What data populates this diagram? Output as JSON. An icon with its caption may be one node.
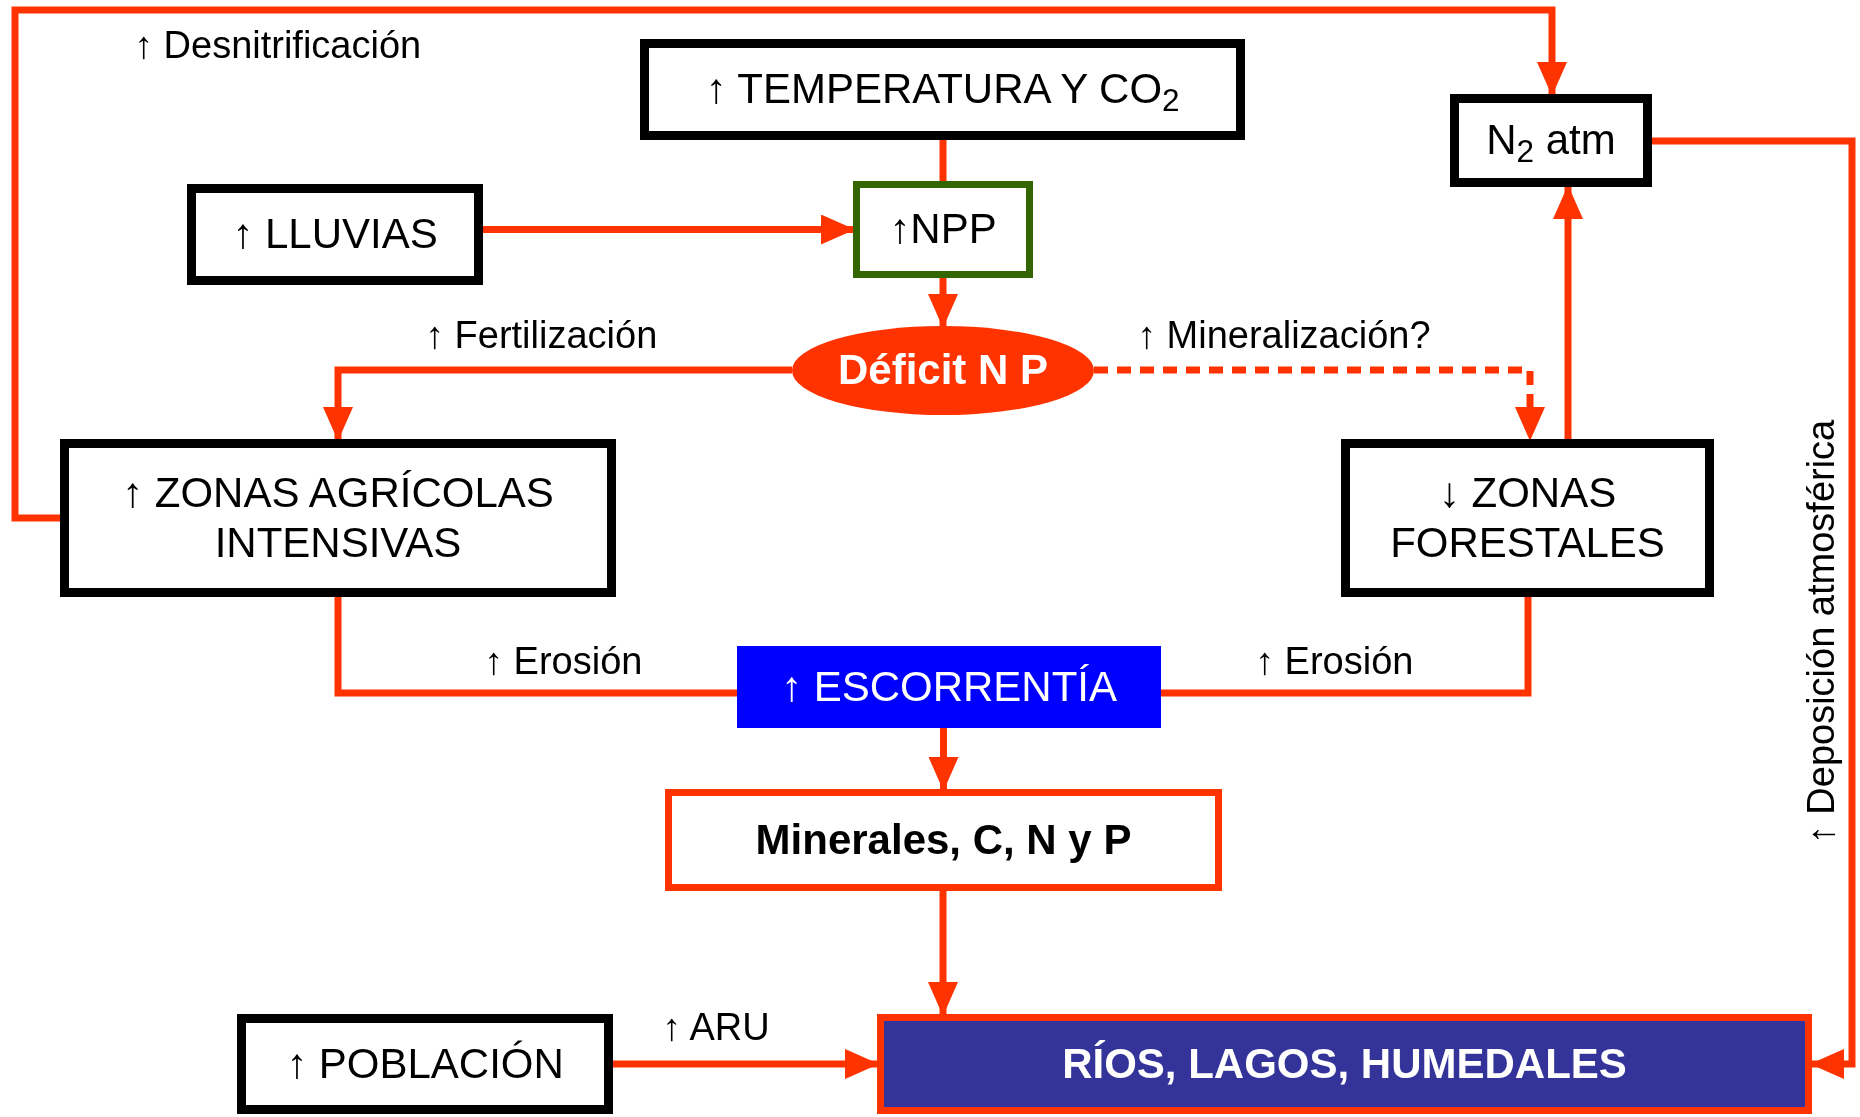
{
  "diagram": {
    "nodes": [
      {
        "text": [
          "↑ TEMPERATURA Y CO$_{2}$"
        ]
      },
      {
        "text": [
          "N$_{2}$ atm"
        ]
      },
      {
        "text": [
          "↑ LLUVIAS"
        ]
      },
      {
        "text": [
          "↑NPP"
        ]
      },
      {
        "text": [
          "Déficit N P"
        ]
      },
      {
        "text": [
          "↑ ZONAS AGRÍCOLAS INTENSIVAS"
        ]
      },
      {
        "text": [
          "↓ ZONAS FORESTALES"
        ]
      },
      {
        "text": [
          "↑ ESCORRENTÍA"
        ]
      },
      {
        "text": [
          "Minerales, C, N y P"
        ]
      },
      {
        "text": [
          "↑ POBLACIÓN"
        ]
      },
      {
        "text": [
          "RÍOS, LAGOS, HUMEDALES"
        ]
      }
    ],
    "edges": [
      {
        "from": 0,
        "to": 3,
        "arrow": "none"
      },
      {
        "from": 2,
        "to": 3,
        "arrow": "to"
      },
      {
        "from": 3,
        "to": 4,
        "arrow": "to"
      },
      {
        "from": 4,
        "to": 5,
        "arrow": "to",
        "label": "↑ Fertilización"
      },
      {
        "from": 4,
        "to": 6,
        "arrow": "to",
        "label": "↑ Mineralización?",
        "style": "dashed"
      },
      {
        "from": 5,
        "to": 1,
        "arrow": "to",
        "label": "↑ Desnitrificación"
      },
      {
        "from": 6,
        "to": 1,
        "arrow": "to"
      },
      {
        "from": 1,
        "to": 10,
        "arrow": "to",
        "label": "↑ Deposición atmosférica"
      },
      {
        "from": 5,
        "to": 7,
        "arrow": "none",
        "label": "↑ Erosión"
      },
      {
        "from": 6,
        "to": 7,
        "arrow": "none",
        "label": "↑ Erosión"
      },
      {
        "from": 7,
        "to": 8,
        "arrow": "to"
      },
      {
        "from": 8,
        "to": 10,
        "arrow": "to"
      },
      {
        "from": 9,
        "to": 10,
        "arrow": "to",
        "label": "↑ ARU"
      }
    ]
  }
}
